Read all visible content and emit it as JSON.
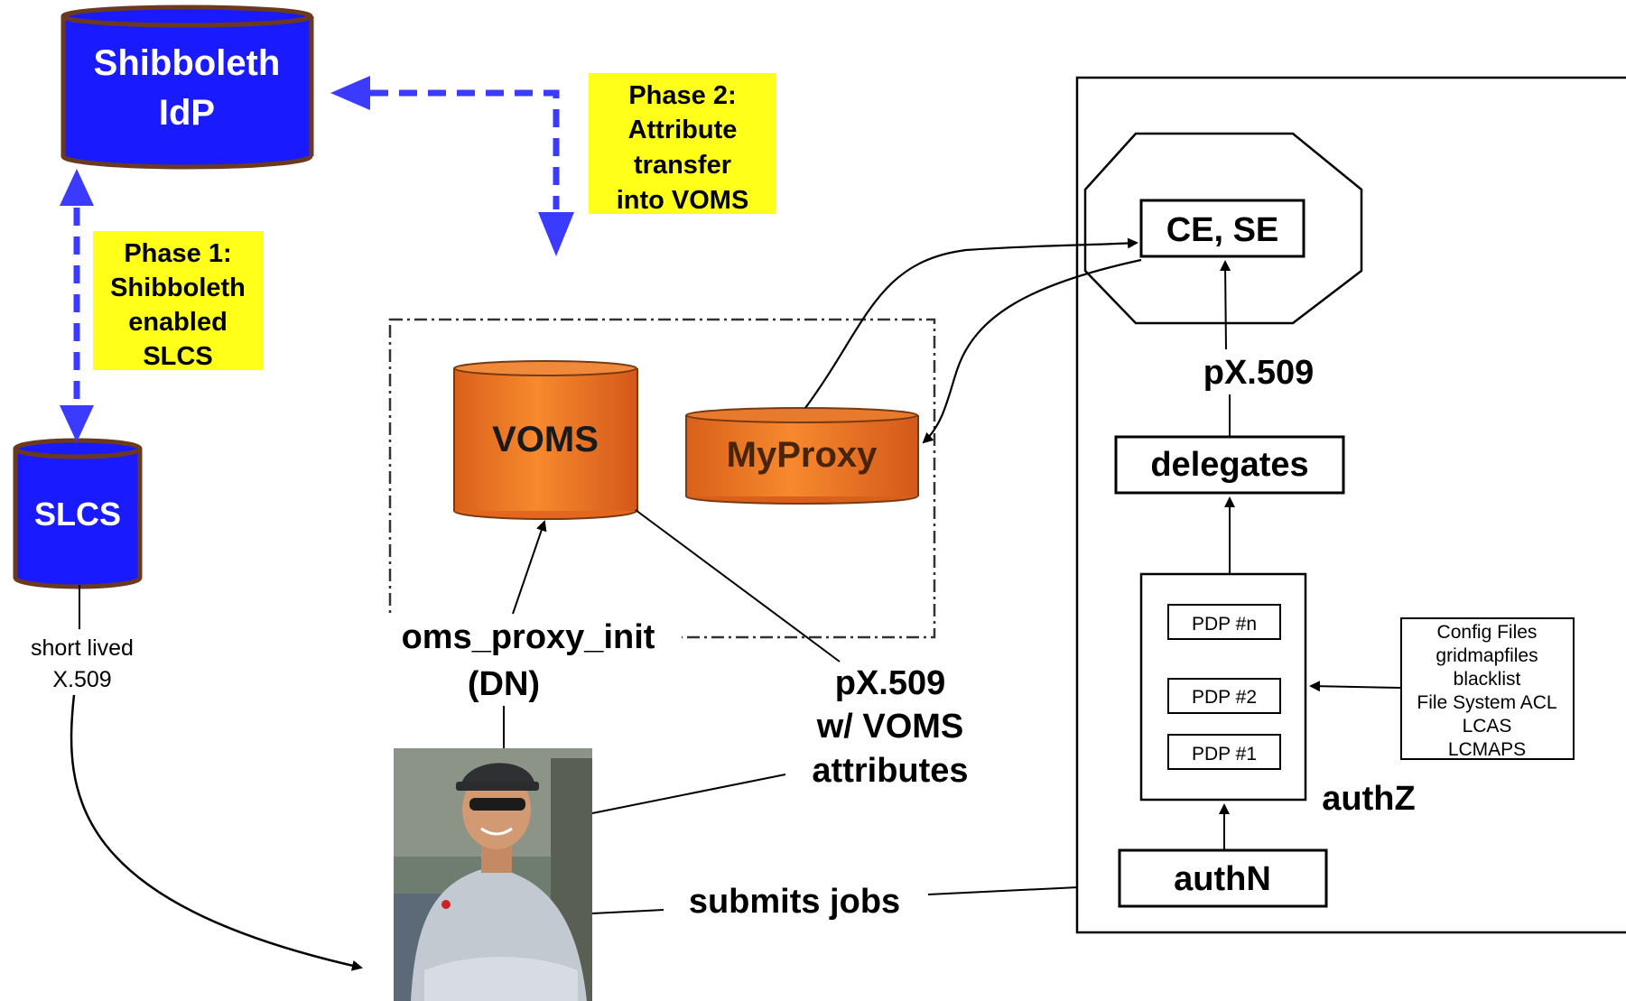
{
  "idp": {
    "line1": "Shibboleth",
    "line2": "IdP"
  },
  "slcs": {
    "label": "SLCS"
  },
  "phase1": {
    "lines": [
      "Phase 1:",
      "Shibboleth",
      "enabled",
      "SLCS"
    ]
  },
  "phase2": {
    "lines": [
      "Phase 2:",
      "Attribute",
      "transfer",
      "into VOMS"
    ]
  },
  "short_lived": {
    "lines": [
      "short lived",
      "X.509"
    ]
  },
  "voms": {
    "label": "VOMS"
  },
  "myproxy": {
    "label": "MyProxy"
  },
  "proxy_init": {
    "lines": [
      "oms_proxy_init",
      "(DN)"
    ]
  },
  "px509_voms": {
    "lines": [
      "pX.509",
      "w/ VOMS",
      "attributes"
    ]
  },
  "submits_jobs": {
    "label": "submits jobs"
  },
  "ce_se": {
    "label": "CE, SE"
  },
  "px509_right": {
    "label": "pX.509"
  },
  "delegates": {
    "label": "delegates"
  },
  "pdps": [
    "PDP #n",
    "PDP #2",
    "PDP #1"
  ],
  "authz": {
    "label": "authZ"
  },
  "authn": {
    "label": "authN"
  },
  "config": {
    "lines": [
      "Config Files",
      "gridmapfiles",
      "blacklist",
      "File System ACL",
      "LCAS",
      "LCMAPS"
    ]
  },
  "colors": {
    "cylinder_blue": "#1a1aff",
    "cylinder_rim": "#6b3a1e",
    "cylinder_orange": "#ee7a22",
    "note_yellow": "#ffff1a",
    "arrow_blue": "#3b3bff"
  }
}
